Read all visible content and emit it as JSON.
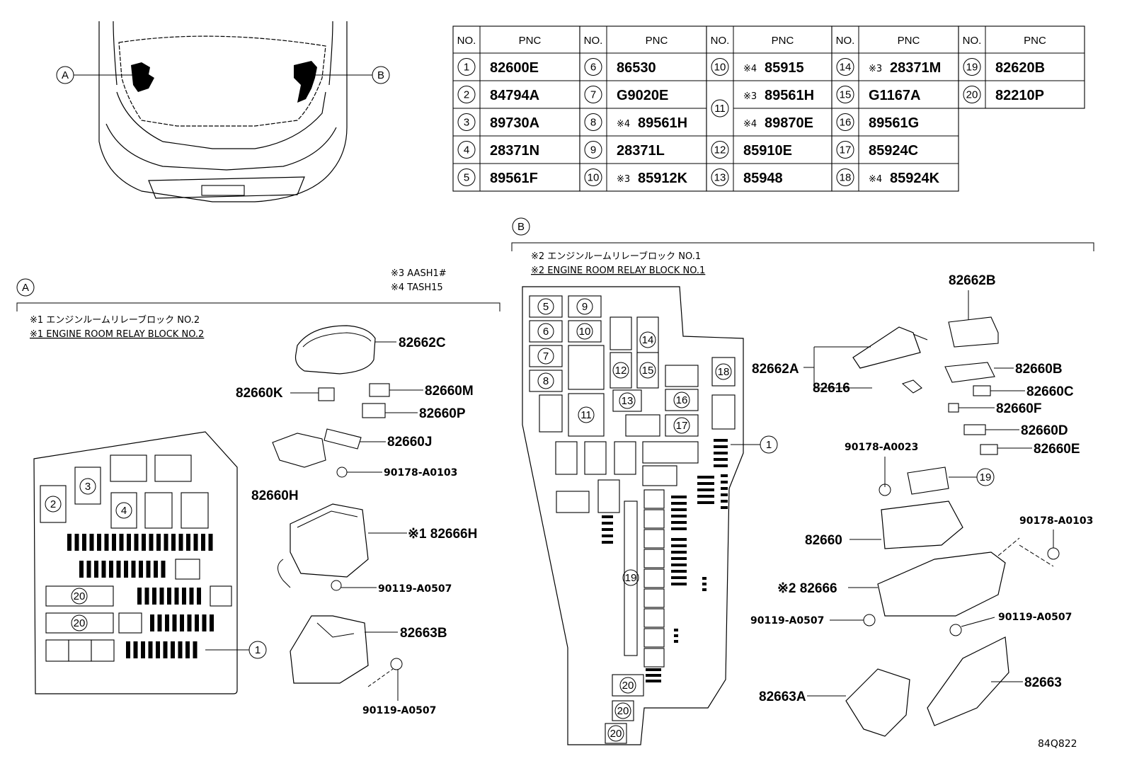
{
  "table": {
    "headers": [
      "NO.",
      "PNC"
    ],
    "columns": [
      [
        {
          "no": "1",
          "note": "",
          "pnc": "82600E"
        },
        {
          "no": "2",
          "note": "",
          "pnc": "84794A"
        },
        {
          "no": "3",
          "note": "",
          "pnc": "89730A"
        },
        {
          "no": "4",
          "note": "",
          "pnc": "28371N"
        },
        {
          "no": "5",
          "note": "",
          "pnc": "89561F"
        }
      ],
      [
        {
          "no": "6",
          "note": "",
          "pnc": "86530"
        },
        {
          "no": "7",
          "note": "",
          "pnc": "G9020E"
        },
        {
          "no": "8",
          "note": "※4",
          "pnc": "89561H"
        },
        {
          "no": "9",
          "note": "",
          "pnc": "28371L"
        },
        {
          "no": "10",
          "note": "※3",
          "pnc": "85912K"
        }
      ],
      [
        {
          "no": "10",
          "note": "※4",
          "pnc": "85915"
        },
        {
          "no": "11",
          "note": "※3",
          "pnc": "89561H"
        },
        {
          "no": "",
          "note": "※4",
          "pnc": "89870E"
        },
        {
          "no": "12",
          "note": "",
          "pnc": "85910E"
        },
        {
          "no": "13",
          "note": "",
          "pnc": "85948"
        }
      ],
      [
        {
          "no": "14",
          "note": "※3",
          "pnc": "28371M"
        },
        {
          "no": "15",
          "note": "",
          "pnc": "G1167A"
        },
        {
          "no": "16",
          "note": "",
          "pnc": "89561G"
        },
        {
          "no": "17",
          "note": "",
          "pnc": "85924C"
        },
        {
          "no": "18",
          "note": "※4",
          "pnc": "85924K"
        }
      ],
      [
        {
          "no": "19",
          "note": "",
          "pnc": "82620B"
        },
        {
          "no": "20",
          "note": "",
          "pnc": "82210P"
        }
      ]
    ]
  },
  "notes": {
    "n3": "※3 AASH1#",
    "n4": "※4 TASH15"
  },
  "sectionA": {
    "marker": "A",
    "title_jp": "※1 エンジンルームリレーブロック NO.2",
    "title_en": "※1 ENGINE ROOM RELAY BLOCK NO.2",
    "parts": {
      "p82662C": "82662C",
      "p82660K": "82660K",
      "p82660M": "82660M",
      "p82660P": "82660P",
      "p82660J": "82660J",
      "p90178A0103": "90178-A0103",
      "p82660H": "82660H",
      "p82666H": "※1 82666H",
      "p90119A0507a": "90119-A0507",
      "p82663B": "82663B",
      "p90119A0507b": "90119-A0507"
    }
  },
  "sectionB": {
    "marker": "B",
    "title_jp": "※2 エンジンルームリレーブロック NO.1",
    "title_en": "※2 ENGINE ROOM RELAY BLOCK NO.1",
    "parts": {
      "p82662B": "82662B",
      "p82662A": "82662A",
      "p82660B": "82660B",
      "p82616": "82616",
      "p82660C": "82660C",
      "p82660F": "82660F",
      "p82660D": "82660D",
      "p90178A0023": "90178-A0023",
      "p82660E": "82660E",
      "p90178A0103": "90178-A0103",
      "p82660": "82660",
      "p82666": "※2 82666",
      "p90119A0507a": "90119-A0507",
      "p90119A0507b": "90119-A0507",
      "p82663A": "82663A",
      "p82663": "82663"
    }
  },
  "footer_code": "84Q822"
}
